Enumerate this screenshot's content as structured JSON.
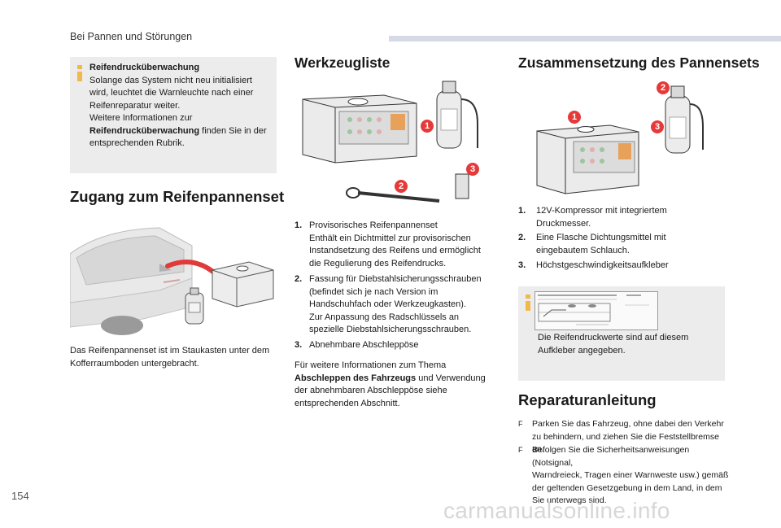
{
  "header": {
    "section_title": "Bei Pannen und Störungen"
  },
  "page_number": "154",
  "watermark": "carmanualsonline.info",
  "info_box_1": {
    "title": "Reifendrucküberwachung",
    "line1": "Solange das System nicht neu initialisiert",
    "line2": "wird, leuchtet die Warnleuchte nach einer",
    "line3": "Reifenreparatur weiter.",
    "line4": "Weitere Informationen zur",
    "line5_bold": "Reifendrucküberwachung",
    "line5_rest": " finden Sie in der",
    "line6": "entsprechenden Rubrik."
  },
  "access_section": {
    "heading": "Zugang zum Reifenpannenset",
    "caption_line1": "Das Reifenpannenset ist im Staukasten unter dem",
    "caption_line2": "Kofferraumboden untergebracht."
  },
  "tools_section": {
    "heading": "Werkzeugliste",
    "badges": [
      "1",
      "2",
      "3"
    ],
    "items": [
      {
        "num": "1.",
        "lines": [
          "Provisorisches Reifenpannenset",
          "Enthält ein Dichtmittel zur provisorischen",
          "Instandsetzung des Reifens und ermöglicht",
          "die Regulierung des Reifendrucks."
        ]
      },
      {
        "num": "2.",
        "lines": [
          "Fassung für Diebstahlsicherungsschrauben",
          "(befindet sich je nach Version im",
          "Handschuhfach oder Werkzeugkasten).",
          "Zur Anpassung des Radschlüssels an",
          "spezielle Diebstahlsicherungsschrauben."
        ]
      },
      {
        "num": "3.",
        "lines": [
          "Abnehmbare Abschleppöse"
        ]
      }
    ],
    "note_line1": "Für weitere Informationen zum Thema",
    "note_bold": "Abschleppen des Fahrzeugs",
    "note_rest": " und Verwendung",
    "note_line3": "der abnehmbaren Abschleppöse siehe",
    "note_line4": "entsprechenden Abschnitt."
  },
  "kit_section": {
    "heading": "Zusammensetzung des Pannensets",
    "badges": [
      "1",
      "2",
      "3"
    ],
    "items": [
      {
        "num": "1.",
        "lines": [
          "12V-Kompressor mit integriertem",
          "Druckmesser."
        ]
      },
      {
        "num": "2.",
        "lines": [
          "Eine Flasche Dichtungsmittel mit",
          "eingebautem Schlauch."
        ]
      },
      {
        "num": "3.",
        "lines": [
          "Höchstgeschwindigkeitsaufkleber"
        ]
      }
    ],
    "info_text_line1": "Die Reifendruckwerte sind auf diesem",
    "info_text_line2": "Aufkleber angegeben."
  },
  "repair_section": {
    "heading": "Reparaturanleitung",
    "bullet_mark": "F",
    "bullets": [
      {
        "lines": [
          "Parken Sie das Fahrzeug, ohne dabei den Verkehr",
          "zu behindern, und ziehen Sie die Feststellbremse an."
        ]
      },
      {
        "lines": [
          "Befolgen Sie die Sicherheitsanweisungen (Notsignal,",
          "Warndreieck, Tragen einer Warnweste usw.) gemäß",
          "der geltenden Gesetzgebung in dem Land, in dem",
          "Sie unterwegs sind."
        ]
      }
    ]
  },
  "colors": {
    "accent_yellow": "#f2b84b",
    "badge_red": "#e63a3a",
    "info_gray": "#ececec",
    "header_bar": "#d6dae6"
  }
}
